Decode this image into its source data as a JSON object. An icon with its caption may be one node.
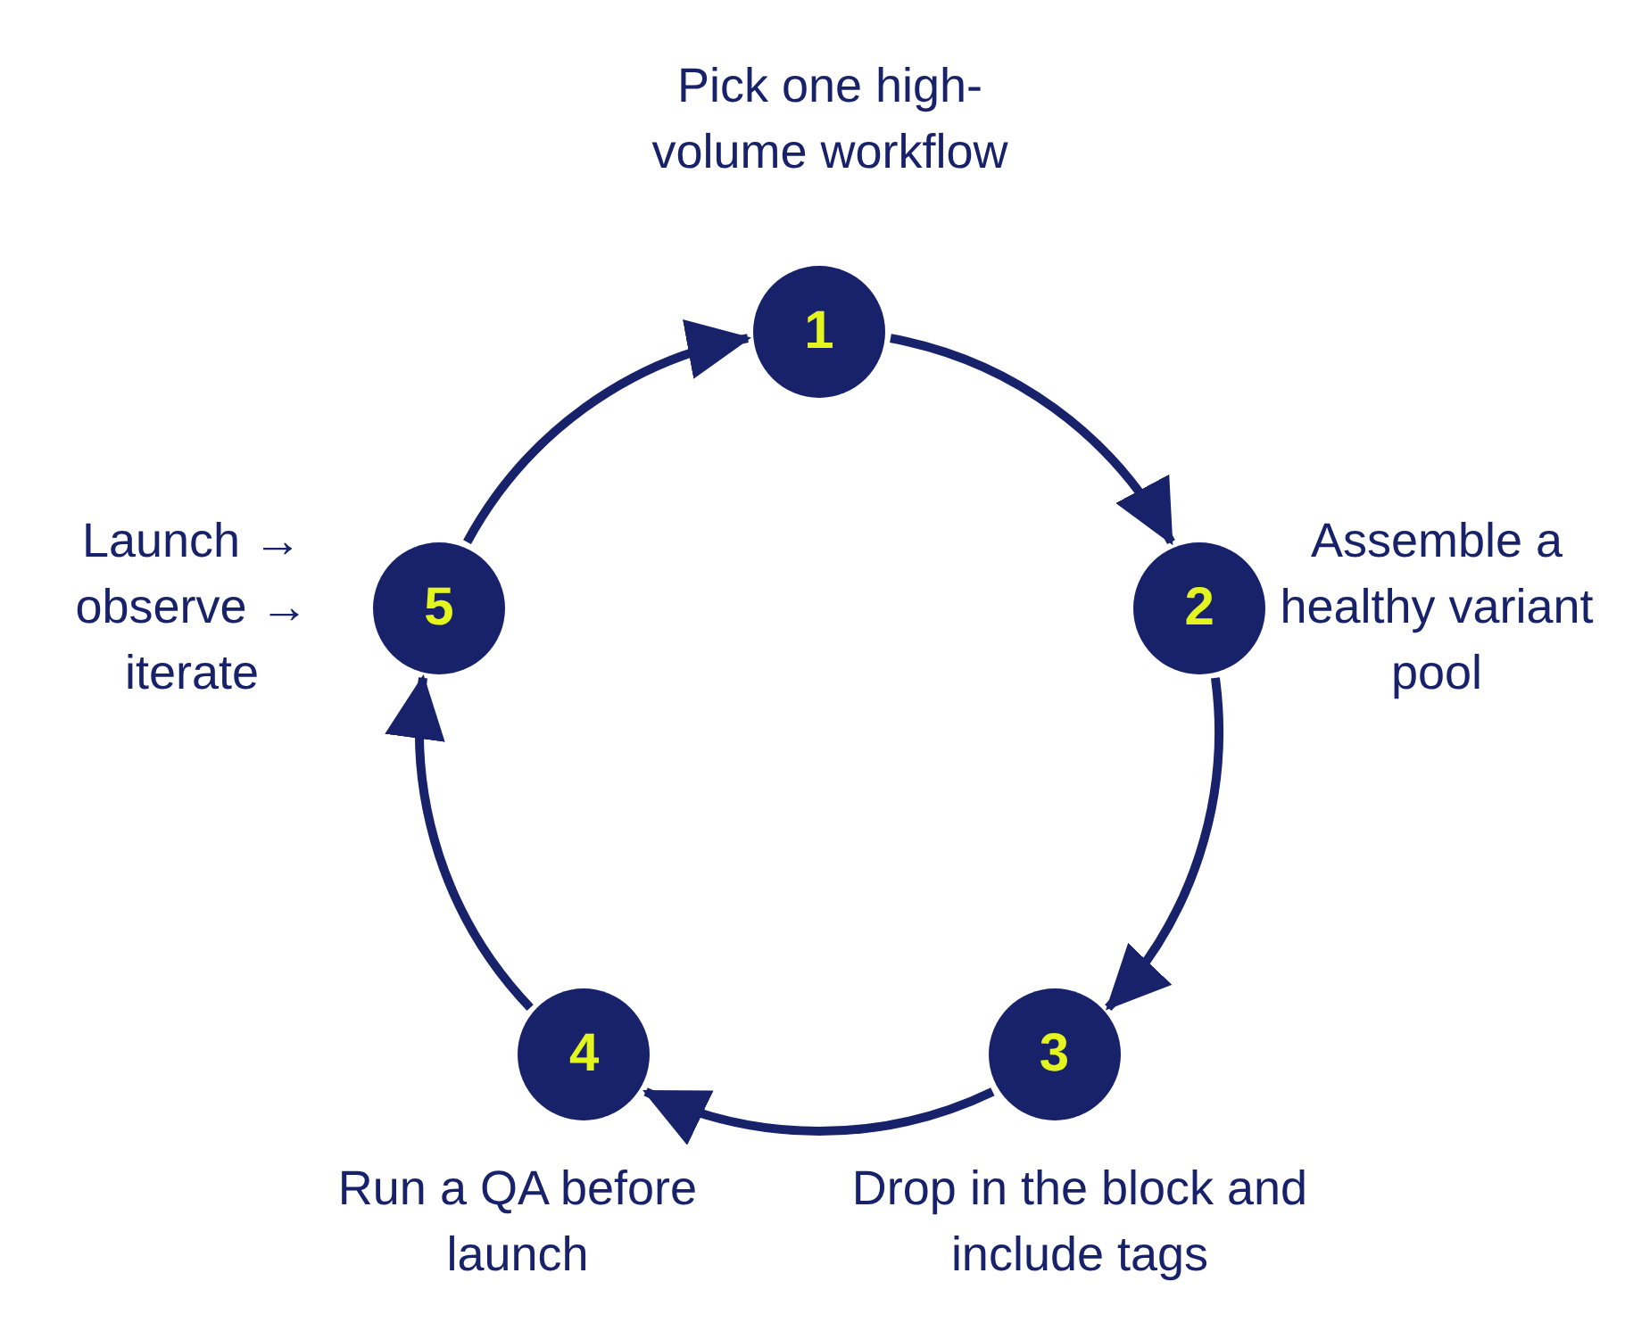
{
  "diagram": {
    "nodes": [
      {
        "text": [
          "1"
        ],
        "beside": [
          "Pick one high-volume workflow"
        ]
      },
      {
        "text": [
          "2"
        ],
        "beside": [
          "Assemble a healthy variant pool"
        ]
      },
      {
        "text": [
          "3"
        ],
        "beside": [
          "Drop in the block and include tags"
        ]
      },
      {
        "text": [
          "4"
        ],
        "beside": [
          "Run a QA before launch"
        ]
      },
      {
        "text": [
          "5"
        ],
        "beside": [
          "Launch → observe → iterate"
        ]
      }
    ],
    "edges": [
      {
        "from": 0,
        "to": 1,
        "arrow": "to"
      },
      {
        "from": 1,
        "to": 2,
        "arrow": "to"
      },
      {
        "from": 2,
        "to": 3,
        "arrow": "to"
      },
      {
        "from": 3,
        "to": 4,
        "arrow": "to"
      },
      {
        "from": 4,
        "to": 0,
        "arrow": "to"
      }
    ]
  }
}
